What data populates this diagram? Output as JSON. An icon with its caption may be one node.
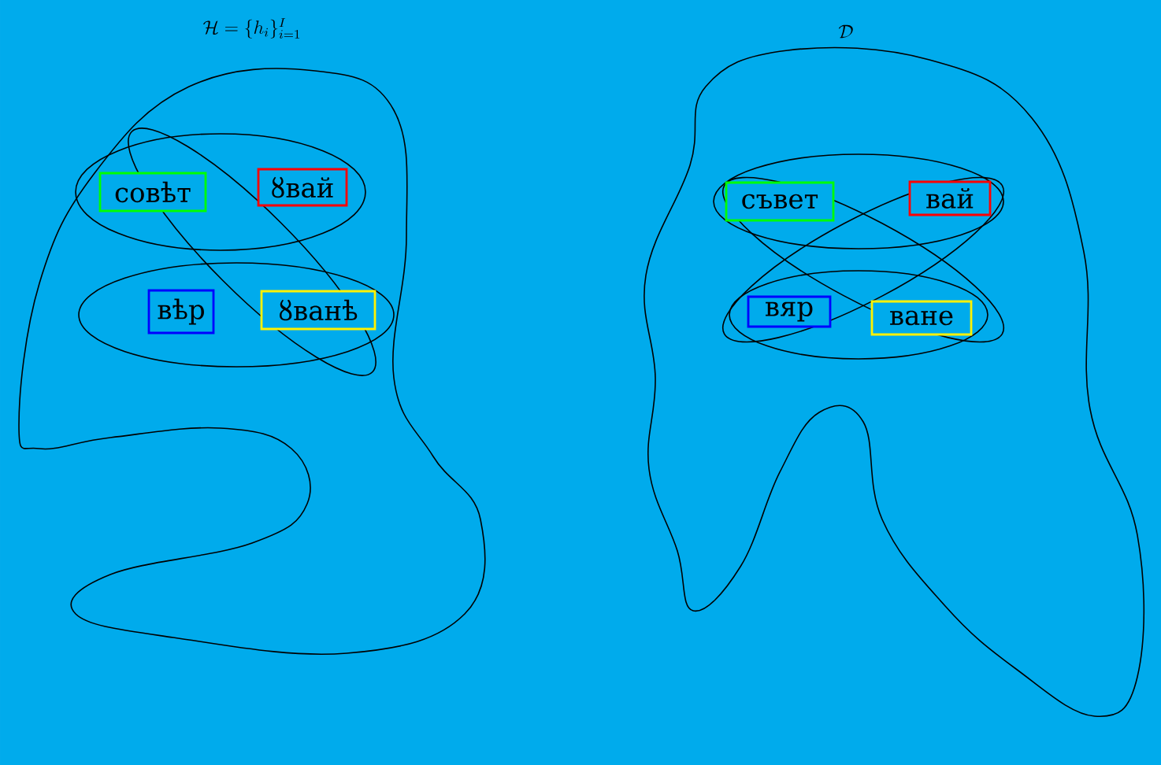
{
  "diagram": {
    "nodes": [
      {
        "text": [],
        "shape": "cloud"
      },
      {
        "text": [
          "совѣт"
        ],
        "in": 0
      },
      {
        "text": [
          "ȣвай"
        ],
        "in": 0
      },
      {
        "text": [
          "вѣр"
        ],
        "in": 0
      },
      {
        "text": [
          "ȣванѣ"
        ],
        "in": 0
      },
      {
        "text": [],
        "shape": "cloud"
      },
      {
        "text": [
          "съвет"
        ],
        "in": 5
      },
      {
        "text": [
          "вай"
        ],
        "in": 5
      },
      {
        "text": [
          "вяр"
        ],
        "in": 5
      },
      {
        "text": [
          "ване"
        ],
        "in": 5
      }
    ],
    "labels": [
      "\\mathcal{H} = \\{h_i\\}_{i=1}^I",
      "\\mathcal{D}"
    ]
  }
}
